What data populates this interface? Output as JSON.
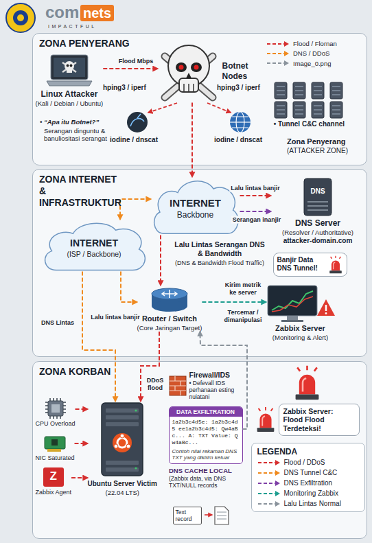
{
  "diagram": {
    "nodes": [
      {
        "text": [
          "ZONA PENYERANG"
        ]
      },
      {
        "text": [
          "Linux Attacker",
          "(Kali / Debian / Ubuntu)"
        ],
        "in": 0
      },
      {
        "text": [
          "Botnet Nodes"
        ],
        "in": 0
      },
      {
        "text": [
          "• Tunnel C&C channel"
        ],
        "in": 0
      },
      {
        "text": [
          "ZONA INTERNET & INFRASTRUKTUR"
        ]
      },
      {
        "text": [
          "INTERNET",
          "Backbone"
        ],
        "in": 4
      },
      {
        "text": [
          "DNS",
          "DNS Server",
          "(Resolver / Authoritative)",
          "attacker-domain.com"
        ],
        "in": 4
      },
      {
        "text": [
          "INTERNET",
          "(ISP / Backbone)"
        ],
        "in": 4
      },
      {
        "text": [
          "Router / Switch",
          "(Core Jaringan Target)"
        ],
        "in": 4
      },
      {
        "text": [
          "Zabbix Server",
          "(Monitoring & Alert)"
        ],
        "in": 4
      },
      {
        "text": [
          "Banjir Data DNS Tunnel!"
        ],
        "in": 4
      },
      {
        "text": [
          "ZONA KORBAN"
        ]
      },
      {
        "text": [
          "CPU Overload"
        ],
        "in": 11
      },
      {
        "text": [
          "NIC Saturated"
        ],
        "in": 11
      },
      {
        "text": [
          "Z",
          "Zabbix Agent"
        ],
        "in": 11
      },
      {
        "text": [
          "Firewall/IDS",
          "• Defevall IDS perhanaan esting nuiatani"
        ],
        "in": 11
      },
      {
        "text": [
          "Ubuntu Server Victim",
          "(22.04 LTS)"
        ],
        "in": 11
      },
      {
        "text": [
          "DATA EXFILTRATION",
          "1a2b3c4d5e: 1a2b3c4d5 ee1a2b3c4d5: Qw4aBc... A: TXT Value: Qw4aBc...",
          "Contoh nilai rekaman DNS TXT yang dikirim keluar"
        ],
        "in": 11
      },
      {
        "text": [
          "Text record"
        ],
        "in": 11
      },
      {
        "text": [
          "Zabbix Server: Flood Flood Terdeteksi!"
        ],
        "in": 11
      },
      {
        "text": [
          "LEGENDA"
        ],
        "in": 11
      }
    ],
    "edges": [
      {
        "from": 1,
        "to": 2,
        "label": "Flood Mbps",
        "arrow": "to"
      },
      {
        "from": 2,
        "to": 5,
        "arrow": "to"
      },
      {
        "from": 5,
        "to": 6,
        "label": "Lalu lintas banjir",
        "arrow": "to"
      },
      {
        "from": 5,
        "to": 6,
        "label": "Serangan inanjir",
        "arrow": "to"
      },
      {
        "from": 5,
        "to": 7,
        "arrow": "both"
      },
      {
        "from": 5,
        "to": 8,
        "arrow": "to"
      },
      {
        "from": 7,
        "to": 8,
        "label": "Lalu lintas banjir",
        "arrow": "to"
      },
      {
        "from": 8,
        "to": 9,
        "label": "Kirim metrik ke server",
        "arrow": "to"
      },
      {
        "from": 7,
        "to": 16,
        "label": "DNS Lintas",
        "arrow": "to"
      },
      {
        "from": 8,
        "to": 16,
        "label": "DDoS flood",
        "arrow": "to"
      },
      {
        "from": 17,
        "to": 8,
        "arrow": "to"
      },
      {
        "from": 12,
        "to": 16,
        "arrow": "to"
      },
      {
        "from": 13,
        "to": 16,
        "arrow": "to"
      },
      {
        "from": 14,
        "to": 16,
        "arrow": "to"
      }
    ],
    "labels": [
      "com",
      "nets",
      "IMPACTFUL",
      "• “Apa itu Botnet?”",
      "Serangan dinguntu & banuliositasi serangat",
      "hping3 / iperf",
      "hping3 / iperf",
      "iodine / dnscat",
      "iodine / dnscat",
      "Zona Penyerang",
      "(ATTACKER ZONE)",
      "Lalu Lintas Serangan DNS & Bandwidth",
      "(DNS & Bandwidth Flood Traffic)",
      "Tercemar / dimanipulasi",
      "DNS CACHE LOCAL",
      "(Zabbix data, via DNS TXT/NULL records"
    ],
    "legend": [
      {
        "text": "Flood / Flornan"
      },
      {
        "text": "DNS / DDoS"
      },
      {
        "text": "Image_0.png"
      },
      {
        "text": "Flood / DDoS"
      },
      {
        "text": "DNS Tunnel C&C"
      },
      {
        "text": "DNS Exfiltration"
      },
      {
        "text": "Monitoring Zabbix"
      },
      {
        "text": "Lalu Lintas Normal"
      }
    ]
  }
}
